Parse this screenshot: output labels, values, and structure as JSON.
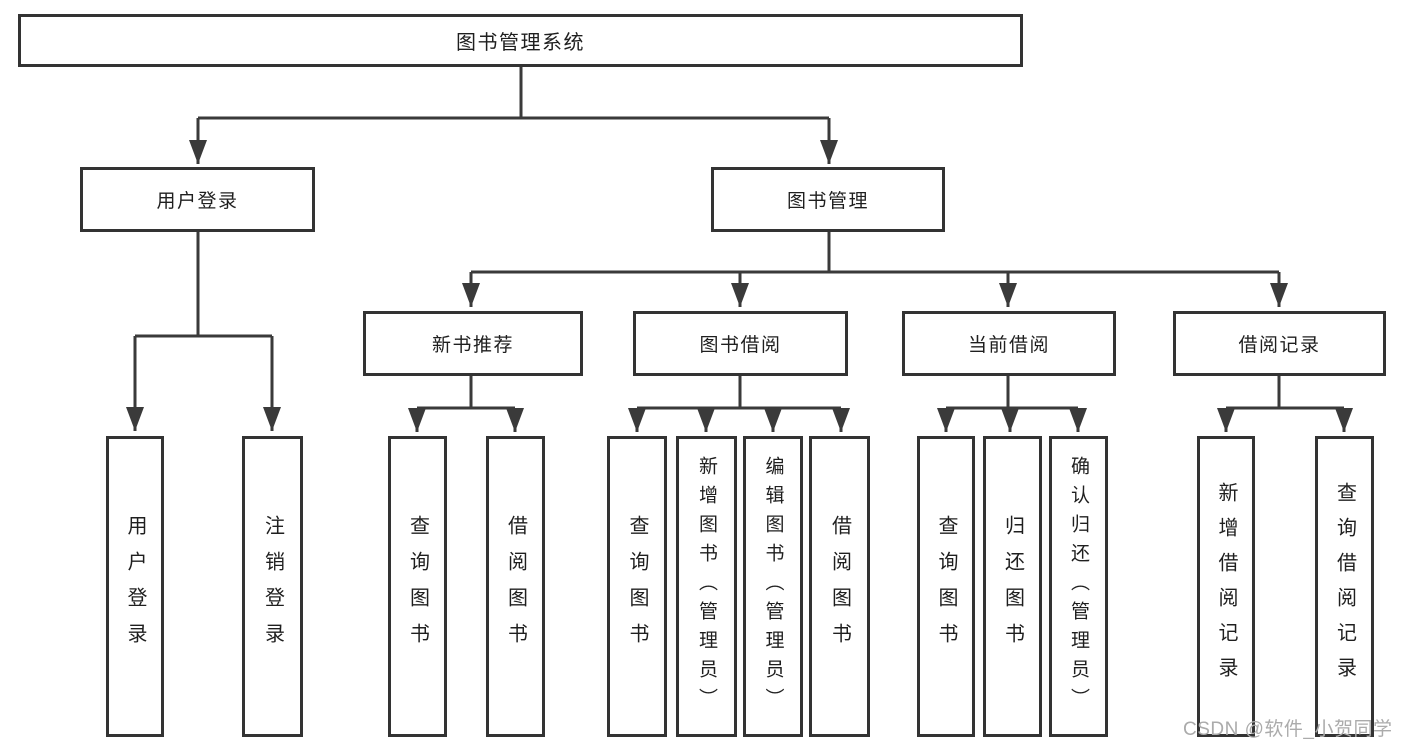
{
  "nodes": {
    "root": "图书管理系统",
    "l1": [
      "用户登录",
      "图书管理"
    ],
    "l2": [
      "新书推荐",
      "图书借阅",
      "当前借阅",
      "借阅记录"
    ],
    "user_login_children": [
      "用户登录",
      "注销登录"
    ],
    "new_book_children": [
      "查询图书",
      "借阅图书"
    ],
    "book_borrow_children": [
      "查询图书",
      "新增图书（管理员）",
      "编辑图书（管理员）",
      "借阅图书"
    ],
    "current_borrow_children": [
      "查询图书",
      "归还图书",
      "确认归还（管理员）"
    ],
    "borrow_records_children": [
      "新增借阅记录",
      "查询借阅记录"
    ]
  },
  "watermark": "CSDN @软件_小贺同学",
  "colors": {
    "line": "#3a3a3a",
    "box_border": "#333333",
    "text": "#1f1f1f",
    "watermark": "#ababab",
    "background": "#ffffff"
  }
}
